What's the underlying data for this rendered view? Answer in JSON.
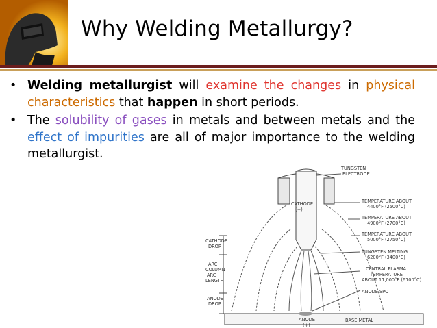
{
  "slide": {
    "title": "Why Welding Metallurgy?",
    "bullets": [
      {
        "segments": [
          {
            "text": "Welding metallurgist",
            "style": "bold"
          },
          {
            "text": " will ",
            "style": "plain"
          },
          {
            "text": "examine the changes",
            "style": "red"
          },
          {
            "text": " in ",
            "style": "plain"
          },
          {
            "text": "physical characteristics",
            "style": "orange"
          },
          {
            "text": " that ",
            "style": "plain"
          },
          {
            "text": "happen",
            "style": "bold"
          },
          {
            "text": " in short periods.",
            "style": "plain"
          }
        ]
      },
      {
        "segments": [
          {
            "text": "The ",
            "style": "plain"
          },
          {
            "text": "solubility of gases",
            "style": "purple"
          },
          {
            "text": " in metals and between metals and the ",
            "style": "plain"
          },
          {
            "text": "effect of impurities",
            "style": "blue"
          },
          {
            "text": " are all of major importance to the welding metallurgist.",
            "style": "plain"
          }
        ]
      }
    ]
  },
  "diagram": {
    "labels": {
      "tungsten_electrode_1": "TUNGSTEN",
      "tungsten_electrode_2": "ELECTRODE",
      "cathode": "CATHODE",
      "cathode_sign": "(−)",
      "temp1_1": "TEMPERATURE ABOUT",
      "temp1_2": "4400°F (2500°C)",
      "temp2_1": "TEMPERATURE ABOUT",
      "temp2_2": "4900°F (2700°C)",
      "temp3_1": "TEMPERATURE ABOUT",
      "temp3_2": "5000°F (2750°C)",
      "temp4_1": "TUNGSTEN MELTING",
      "temp4_2": "6200°F (3400°C)",
      "plasma_1": "CENTRAL PLASMA",
      "plasma_2": "TEMPERATURE",
      "plasma_3": "ABOUT 11,000°F (6100°C)",
      "anode_spot": "ANODE SPOT",
      "cathode_drop_1": "CATHODE",
      "cathode_drop_2": "DROP",
      "arc_column_1": "ARC",
      "arc_column_2": "COLUMN",
      "arc_length_1": "ARC",
      "arc_length_2": "LENGTH",
      "anode_drop_1": "ANODE",
      "anode_drop_2": "DROP",
      "anode": "ANODE",
      "anode_sign": "(+)",
      "base_metal": "BASE METAL"
    }
  },
  "colors": {
    "rule": "#6b1d1d",
    "red": "#e0342e",
    "orange": "#cc6a00",
    "purple": "#8a4fbf",
    "blue": "#2f74c9"
  },
  "icons": {
    "logo": "welder-helmet-icon"
  }
}
